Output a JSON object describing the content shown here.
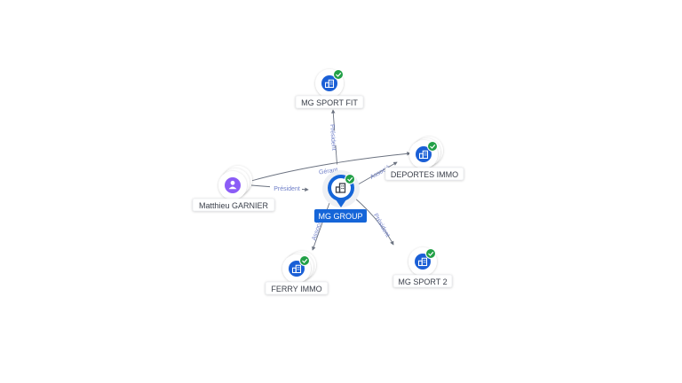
{
  "colors": {
    "company_blue": "#1a5fd6",
    "person_purple": "#8b5cf6",
    "check_green": "#22a047",
    "center_blue": "#1565d8",
    "edge_gray": "#6b7280",
    "edge_label_blue": "#6f7fc8"
  },
  "nodes": [
    {
      "id": "mg_group",
      "label": "MG GROUP",
      "type": "company",
      "center": true,
      "verified": true,
      "icon": "building-icon"
    },
    {
      "id": "mg_sport_fit",
      "label": "MG SPORT FIT",
      "type": "company",
      "verified": true,
      "icon": "building-icon"
    },
    {
      "id": "deportes_immo",
      "label": "DEPORTES IMMO",
      "type": "company",
      "verified": true,
      "icon": "building-icon"
    },
    {
      "id": "mg_sport_2",
      "label": "MG SPORT 2",
      "type": "company",
      "verified": true,
      "icon": "building-icon"
    },
    {
      "id": "ferry_immo",
      "label": "FERRY IMMO",
      "type": "company",
      "verified": true,
      "icon": "building-icon"
    },
    {
      "id": "matthieu_garnier",
      "label": "Matthieu GARNIER",
      "type": "person",
      "verified": false,
      "icon": "person-icon"
    }
  ],
  "edges": [
    {
      "id": "e_fit",
      "label": "Président"
    },
    {
      "id": "e_deportes",
      "label": "Associé"
    },
    {
      "id": "e_sport2",
      "label": "Président"
    },
    {
      "id": "e_ferry",
      "label": "Associé"
    },
    {
      "id": "e_person_group",
      "label": "Président"
    },
    {
      "id": "e_person_deportes",
      "label": "Gérant"
    }
  ]
}
